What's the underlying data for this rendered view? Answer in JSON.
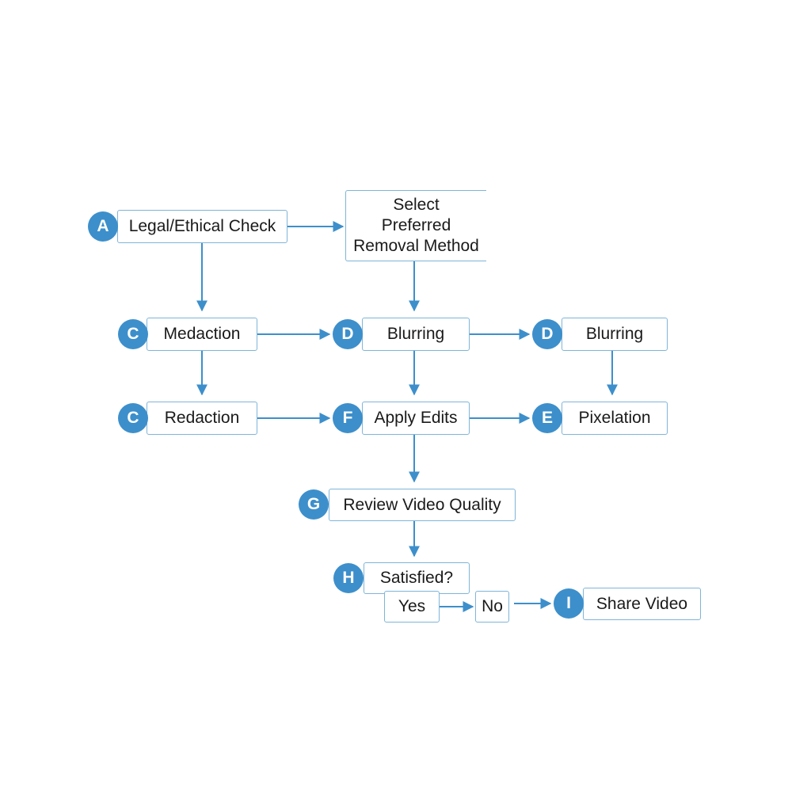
{
  "colors": {
    "accent": "#3d8fcb",
    "box_border": "#7fb5d8",
    "text": "#1a1a1a",
    "background": "#ffffff"
  },
  "nodes": {
    "legal_check": {
      "badge": "A",
      "label": "Legal/Ethical Check"
    },
    "select_method": {
      "lines": [
        "Select",
        "Preferred",
        "Removal Method"
      ]
    },
    "medaction": {
      "badge": "C",
      "label": "Medaction"
    },
    "blurring_mid": {
      "badge": "D",
      "label": "Blurring"
    },
    "blurring_right": {
      "badge": "D",
      "label": "Blurring"
    },
    "redaction": {
      "badge": "C",
      "label": "Redaction"
    },
    "apply_edits": {
      "badge": "F",
      "label": "Apply Edits"
    },
    "pixelation": {
      "badge": "E",
      "label": "Pixelation"
    },
    "review_quality": {
      "badge": "G",
      "label": "Review Video Quality"
    },
    "satisfied": {
      "badge": "H",
      "label": "Satisfied?"
    },
    "yes": {
      "label": "Yes"
    },
    "no": {
      "label": "No"
    },
    "share_video": {
      "badge": "I",
      "label": "Share Video"
    }
  },
  "edges": [
    {
      "from": "legal_check",
      "to": "select_method"
    },
    {
      "from": "legal_check",
      "to": "medaction"
    },
    {
      "from": "select_method",
      "to": "blurring_mid"
    },
    {
      "from": "medaction",
      "to": "blurring_mid"
    },
    {
      "from": "blurring_mid",
      "to": "blurring_right"
    },
    {
      "from": "medaction",
      "to": "redaction"
    },
    {
      "from": "blurring_mid",
      "to": "apply_edits"
    },
    {
      "from": "blurring_right",
      "to": "pixelation"
    },
    {
      "from": "redaction",
      "to": "apply_edits"
    },
    {
      "from": "apply_edits",
      "to": "pixelation"
    },
    {
      "from": "apply_edits",
      "to": "review_quality"
    },
    {
      "from": "review_quality",
      "to": "satisfied"
    },
    {
      "from": "yes",
      "to": "no"
    },
    {
      "from": "no",
      "to": "share_video"
    }
  ]
}
